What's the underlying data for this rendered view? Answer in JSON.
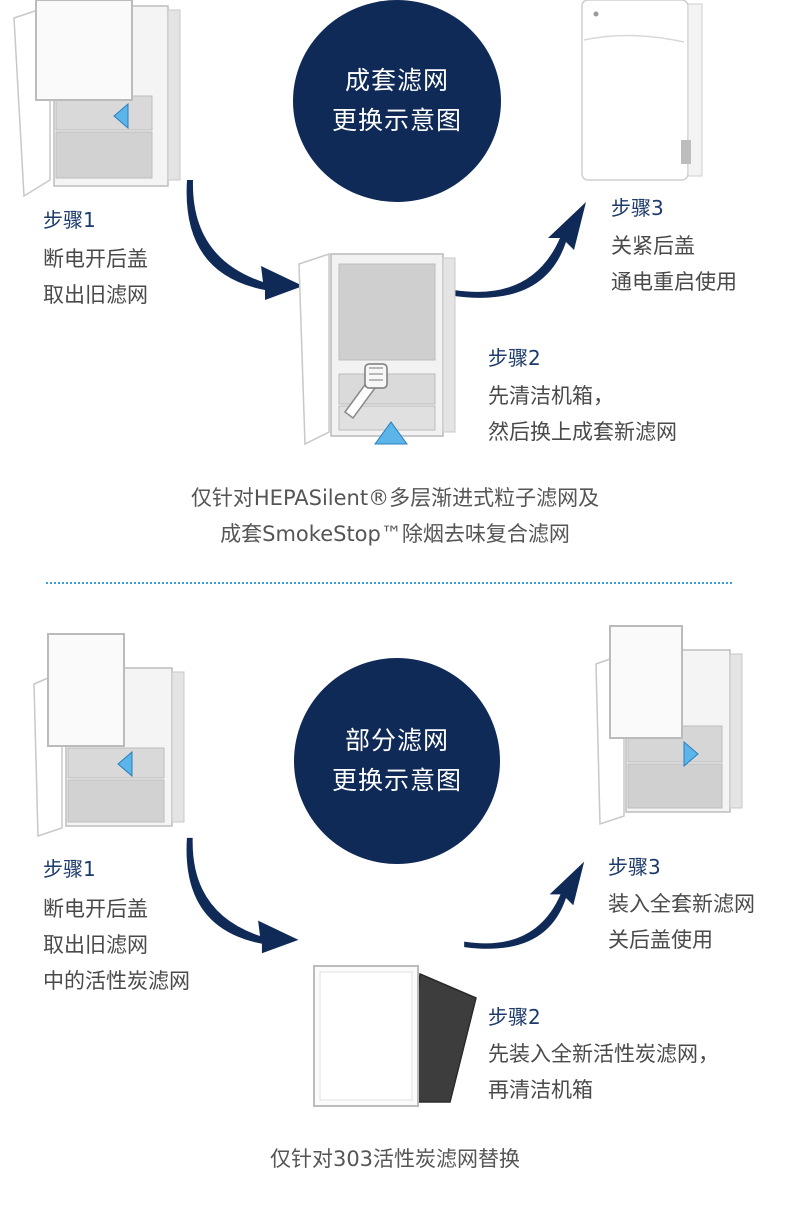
{
  "section1": {
    "circle_line1": "成套滤网",
    "circle_line2": "更换示意图",
    "step1": {
      "title": "步骤1",
      "lines": [
        "断电开后盖",
        "取出旧滤网"
      ]
    },
    "step2": {
      "title": "步骤2",
      "lines": [
        "先清洁机箱，",
        "然后换上成套新滤网"
      ]
    },
    "step3": {
      "title": "步骤3",
      "lines": [
        "关紧后盖",
        "通电重启使用"
      ]
    },
    "note_line1": "仅针对HEPASilent®多层渐进式粒子滤网及",
    "note_line2": "成套SmokeStop™除烟去味复合滤网"
  },
  "section2": {
    "circle_line1": "部分滤网",
    "circle_line2": "更换示意图",
    "step1": {
      "title": "步骤1",
      "lines": [
        "断电开后盖",
        "取出旧滤网",
        "中的活性炭滤网"
      ]
    },
    "step2": {
      "title": "步骤2",
      "lines": [
        "先装入全新活性炭滤网，",
        "再清洁机箱"
      ]
    },
    "step3": {
      "title": "步骤3",
      "lines": [
        "装入全套新滤网",
        "关后盖使用"
      ]
    },
    "note": "仅针对303活性炭滤网替换"
  },
  "colors": {
    "navy": "#0f2a57",
    "accent_blue": "#3aa0d8",
    "text_gray": "#4a4a4a"
  },
  "icons": [
    "curved-arrow-icon",
    "blue-arrow-marker-icon",
    "vacuum-nozzle-icon"
  ]
}
